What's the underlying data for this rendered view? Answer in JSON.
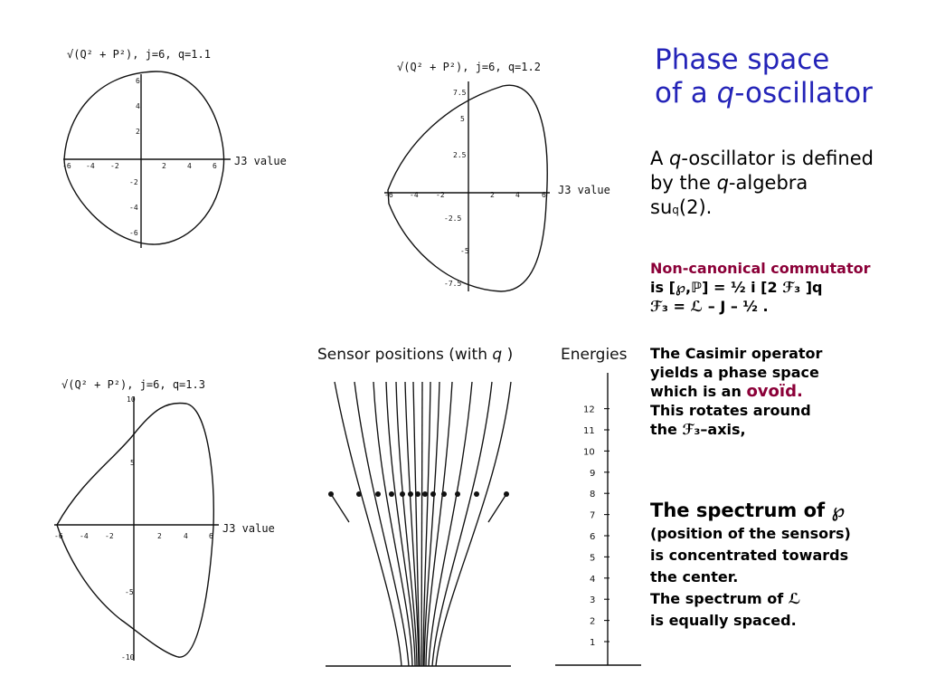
{
  "title": {
    "line1": "Phase space",
    "line2_pre": "of a ",
    "line2_var": "q",
    "line2_post": "-oscillator"
  },
  "definition": {
    "line1_pre": "A ",
    "line1_var": "q",
    "line1_post": "-oscillator is defined",
    "line2_pre": "by the ",
    "line2_var": "q",
    "line2_post": "-algebra",
    "line3_pre": "su",
    "line3_sub": "q",
    "line3_post": "(2)."
  },
  "commutator": {
    "heading": "Non-canonical commutator",
    "line1": "is  [℘,ℙ] = ½ i [2 ℱ₃ ]q",
    "line2": "ℱ₃ = ℒ – J – ½ ."
  },
  "casimir": {
    "line1": "The Casimir operator",
    "line2": "yields a phase space",
    "line3_pre": "which is an ",
    "line3_highlight": "ovoïd.",
    "line4": "This rotates around",
    "line5": "the ℱ₃–axis,"
  },
  "spectrum": {
    "title": "The spectrum of ℘",
    "line1": "(position of the sensors)",
    "line2": "is concentrated towards",
    "line3": "the center.",
    "line4": "The spectrum of ℒ",
    "line5": "is equally spaced."
  },
  "plots": [
    {
      "label": "√(Q² + P²), j=6, q=1.1",
      "x_axis": "J3 value"
    },
    {
      "label": "√(Q² + P²), j=6, q=1.2",
      "x_axis": "J3 value"
    },
    {
      "label": "√(Q² + P²), j=6, q=1.3",
      "x_axis": "J3 value"
    }
  ],
  "sensor_plot": {
    "label_pre": "Sensor positions (with ",
    "label_var": "q",
    "label_post": " )"
  },
  "energies": {
    "label": "Energies",
    "ticks": [
      "1",
      "2",
      "3",
      "4",
      "5",
      "6",
      "7",
      "8",
      "9",
      "10",
      "11",
      "12"
    ]
  }
}
